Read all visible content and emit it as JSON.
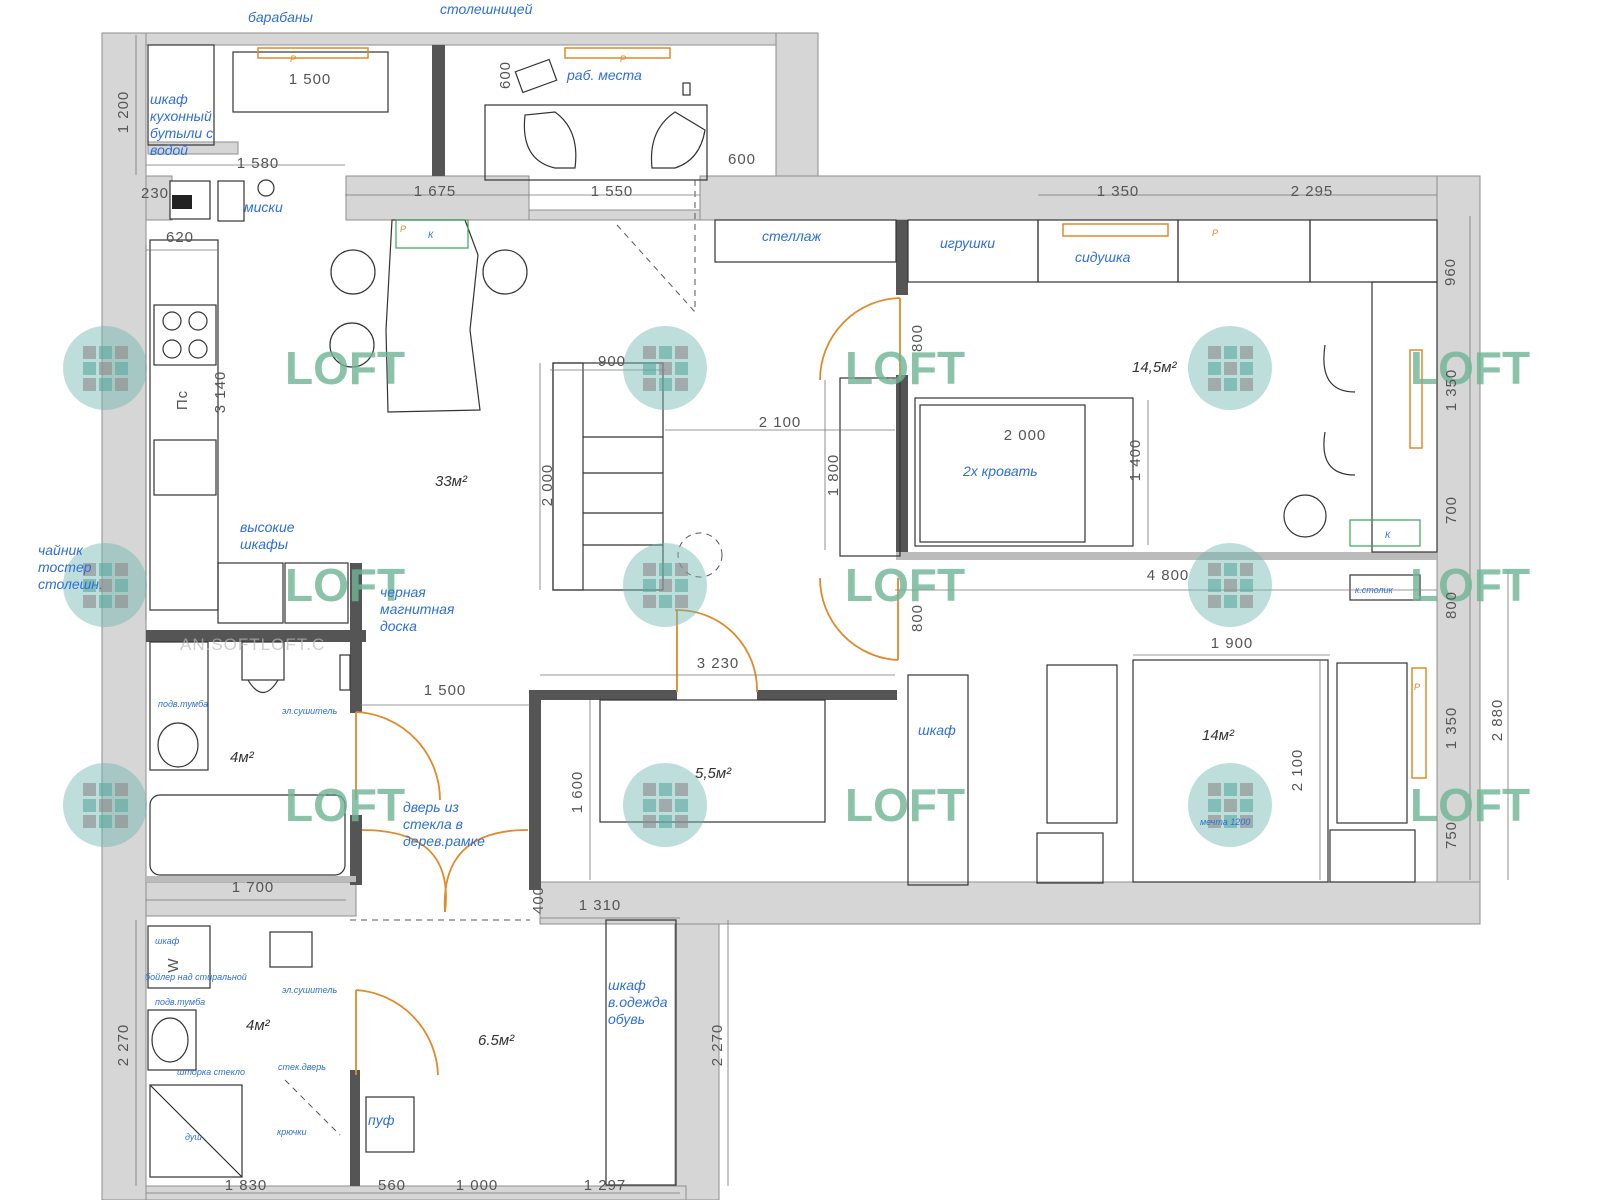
{
  "labels": {
    "drums": "барабаны",
    "countertop": "столешницей",
    "workplaces": "раб. места",
    "wardrobe": "шкаф",
    "kitchen": "кухонный",
    "bottles": "бутыли с",
    "water": "водой",
    "bowls": "миски",
    "rack": "стеллаж",
    "toys": "игрушки",
    "seat": "сидушка",
    "tall": "высокие",
    "cabinets": "шкафы",
    "black": "черная",
    "magnetic": "магнитная",
    "board": "доска",
    "kettle": "чайник",
    "toaster": "тостер",
    "counter": "столешн.",
    "double_bed": "2х кровать",
    "wardrobe2": "шкаф",
    "glass_door_1": "дверь из",
    "glass_door_2": "стекла в",
    "glass_door_3": "дерев.рамке",
    "hall_wardrobe_1": "шкаф",
    "hall_wardrobe_2": "в.одежда",
    "hall_wardrobe_3": "обувь",
    "pouf": "пуф",
    "sink_cab_1": "подв.тумба",
    "towel_1": "эл.сушитель",
    "wardrobe3": "шкаф",
    "boiler": "бойлер над стиральной",
    "sink_cab_2": "подв.тумба",
    "towel_2": "эл.сушитель",
    "glass_wall": "шторка стекло",
    "glass_door": "стек.дверь",
    "shower": "душ",
    "hooks": "крючки",
    "desk_right": "к.столик",
    "k1": "К",
    "k2": "К",
    "r1": "Р",
    "r2": "Р",
    "r3": "Р",
    "r4": "Р",
    "r5": "Р",
    "plate": "Пс",
    "w": "W",
    "crib": "мечта 1200"
  },
  "areas": {
    "living": "33м²",
    "bedroom": "14,5м²",
    "kids": "14м²",
    "bath1": "4м²",
    "bath2": "4м²",
    "storage": "5,5м²",
    "hall": "6.5м²"
  },
  "dims": {
    "d1200": "1 200",
    "d1500a": "1 500",
    "d600a": "600",
    "d600b": "600",
    "d1580": "1 580",
    "d230": "230",
    "d1675": "1 675",
    "d1550": "1 550",
    "d1350a": "1 350",
    "d2295": "2 295",
    "d620": "620",
    "d960": "960",
    "d800a": "800",
    "d900": "900",
    "d3140": "3 140",
    "d2100a": "2 100",
    "d2000a": "2 000",
    "d1800": "1 800",
    "d2000b": "2 000",
    "d1400": "1 400",
    "d1350b": "1 350",
    "d700": "700",
    "d4800": "4 800",
    "d800b": "800",
    "d800c": "800",
    "d1500b": "1 500",
    "d3230": "3 230",
    "d1900": "1 900",
    "d1600": "1 600",
    "d2100b": "2 100",
    "d1350c": "1 350",
    "d2880": "2 880",
    "d750": "750",
    "d1700": "1 700",
    "d400": "400",
    "d1310": "1 310",
    "d2270a": "2 270",
    "d2270b": "2 270",
    "d1830": "1 830",
    "d560": "560",
    "d1000": "1 000",
    "d1297": "1 297"
  },
  "watermark": {
    "text": "LOFT",
    "sub": "AN.SOFTLOFT.C"
  },
  "colors": {
    "walls": "#d6d6d6",
    "partition": "#555555",
    "door_swing": "#e08a2a",
    "labels": "#2e6fd8",
    "watermark": "#6fb596"
  }
}
